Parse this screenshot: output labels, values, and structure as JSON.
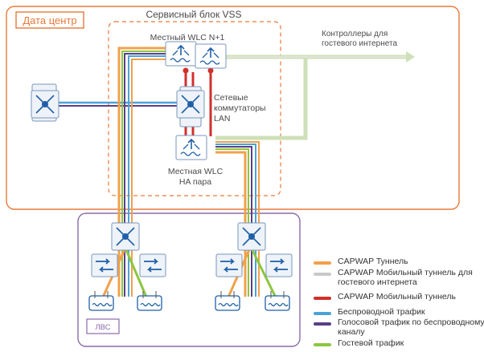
{
  "labels": {
    "datacenter": "Дата центр",
    "vss_block": "Сервисный блок VSS",
    "wlc_n1": "Местный WLC N+1",
    "switches": [
      "Сетевые",
      "коммутаторы",
      "LAN"
    ],
    "wlc_ha": [
      "Местная WLC",
      "HA пара"
    ],
    "guest_controllers": [
      "Контроллеры для",
      "гостевого интернета"
    ],
    "lan": "ЛВС"
  },
  "legend": [
    {
      "label": "CAPWAP Туннель",
      "color": "#f2a04a"
    },
    {
      "label": "CAPWAP Мобильный туннель для гостевого интернета",
      "color": "#c8c8c8"
    },
    {
      "label": "CAPWAP Мобильный туннель",
      "color": "#d0302c"
    },
    {
      "label": "Беспроводной трафик",
      "color": "#4aa3d8"
    },
    {
      "label": "Голосовой трафик по беспроводному каналу",
      "color": "#5a3f87"
    },
    {
      "label": "Гостевой трафик",
      "color": "#8cc63f"
    }
  ],
  "colors": {
    "datacenter_border": "#e8793a",
    "lan_border": "#8b6aa8",
    "device_blue": "#1f5fa8",
    "red_tunnel": "#d0302c",
    "guest_arrow": "#cfe0b8"
  }
}
